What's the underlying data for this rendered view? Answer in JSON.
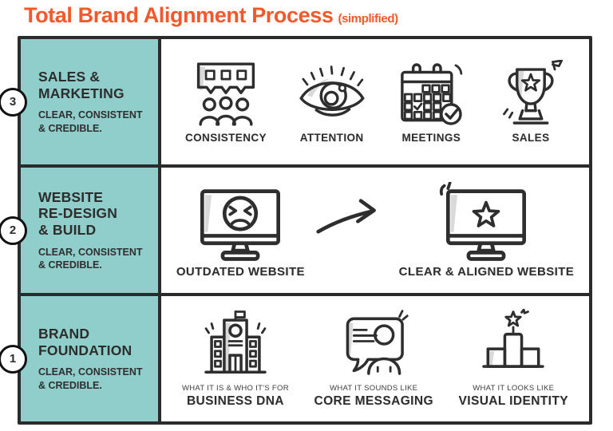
{
  "title": {
    "main": "Total Brand Alignment Process",
    "suffix": "(simplified)"
  },
  "colors": {
    "accent_orange": "#F0592B",
    "sidebar_teal": "#8FCECB",
    "ink": "#2b2b2b"
  },
  "rows": [
    {
      "number": "3",
      "title_lines": [
        "SALES &",
        "MARKETING"
      ],
      "subtitle_lines": [
        "CLEAR, CONSISTENT",
        "& CREDIBLE."
      ],
      "items": [
        {
          "icon": "consistency-icon",
          "label": "CONSISTENCY"
        },
        {
          "icon": "attention-icon",
          "label": "ATTENTION"
        },
        {
          "icon": "meetings-icon",
          "label": "MEETINGS"
        },
        {
          "icon": "sales-icon",
          "label": "SALES"
        }
      ]
    },
    {
      "number": "2",
      "title_lines": [
        "WEBSITE",
        "RE-DESIGN",
        "& BUILD"
      ],
      "subtitle_lines": [
        "CLEAR, CONSISTENT",
        "& CREDIBLE."
      ],
      "items": [
        {
          "icon": "outdated-website-icon",
          "label": "OUTDATED WEBSITE"
        },
        {
          "icon": "arrow-right-icon"
        },
        {
          "icon": "aligned-website-icon",
          "label": "CLEAR & ALIGNED WEBSITE"
        }
      ]
    },
    {
      "number": "1",
      "title_lines": [
        "BRAND",
        "FOUNDATION"
      ],
      "subtitle_lines": [
        "CLEAR, CONSISTENT",
        "& CREDIBLE."
      ],
      "items": [
        {
          "icon": "business-dna-icon",
          "sublabel": "WHAT IT IS & WHO IT'S FOR",
          "label": "BUSINESS DNA"
        },
        {
          "icon": "core-messaging-icon",
          "sublabel": "WHAT IT SOUNDS LIKE",
          "label": "CORE MESSAGING"
        },
        {
          "icon": "visual-identity-icon",
          "sublabel": "WHAT IT LOOKS LIKE",
          "label": "VISUAL IDENTITY"
        }
      ]
    }
  ]
}
